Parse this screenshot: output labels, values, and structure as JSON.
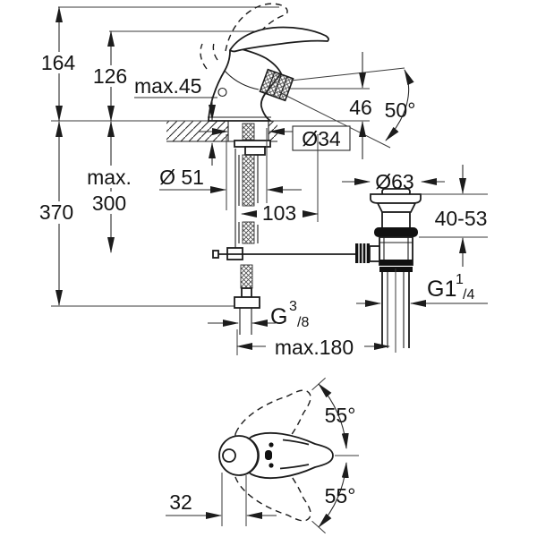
{
  "labels": {
    "height_total": "164",
    "height_to_lever": "126",
    "max_deck_thickness": "max.45",
    "spout_outlet_height": "46",
    "spray_angle": "50°",
    "hole_diameter": "Ø34",
    "base_diameter": "Ø 51",
    "pullrod_max_line1": "max.",
    "pullrod_max_line2": "300",
    "depth_below_deck": "370",
    "spout_reach": "103",
    "drain_flange_diameter": "Ø63",
    "drain_clamping_range": "40-53",
    "drain_thread": {
      "base": "G1",
      "sup": "1",
      "sub": "/4"
    },
    "supply_thread": {
      "base": "G",
      "sup": "3",
      "sub": "/8"
    },
    "hose_span_max": "max.180",
    "handle_swing_up": "55°",
    "handle_swing_down": "55°",
    "handle_offset": "32"
  },
  "line_color": "#1c1c1c"
}
